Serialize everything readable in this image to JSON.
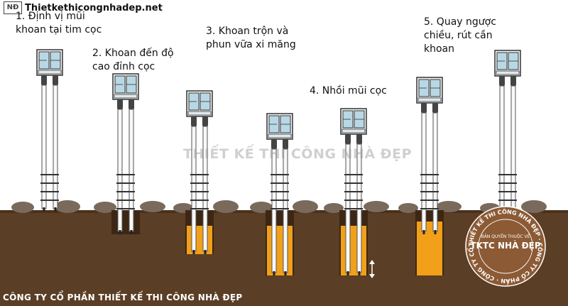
{
  "site": {
    "logo_mark": "NĐ",
    "name": "Thietkethicongnhadep.net"
  },
  "steps": [
    {
      "label": "1. Định vị mũi\nkhoan tại tim cọc"
    },
    {
      "label": "2. Khoan đến độ\ncao đỉnh cọc"
    },
    {
      "label": "3. Khoan trộn và\nphun vữa xi măng"
    },
    {
      "label": "4. Nhồi mũi cọc"
    },
    {
      "label": "5. Quay ngược\nchiều, rút cần\nkhoan"
    }
  ],
  "watermark": "THIẾT KẾ THI CÔNG NHÀ ĐẸP",
  "footer": "CÔNG TY CỔ PHẦN THIẾT KẾ THI CÔNG NHÀ ĐẸP",
  "seal": {
    "top_line": "BẢN QUYỀN THUỘC VỀ",
    "brand": "TKTC NHÀ ĐẸP",
    "ring_text": "THIẾT KẾ THI CÔNG NHÀ ĐẸP · CÔNG TY CỔ PHẦN · CÔNG TY CỔ PHẦN · "
  },
  "colors": {
    "ground": "#5a3e25",
    "surface": "#4a311c",
    "rock": "#7a6a5c",
    "grout": "#f2a019",
    "grout_dark": "#e08f0a",
    "rig_frame": "#333333",
    "rig_window": "#b9d8e6",
    "seal": "#8c5a34"
  }
}
